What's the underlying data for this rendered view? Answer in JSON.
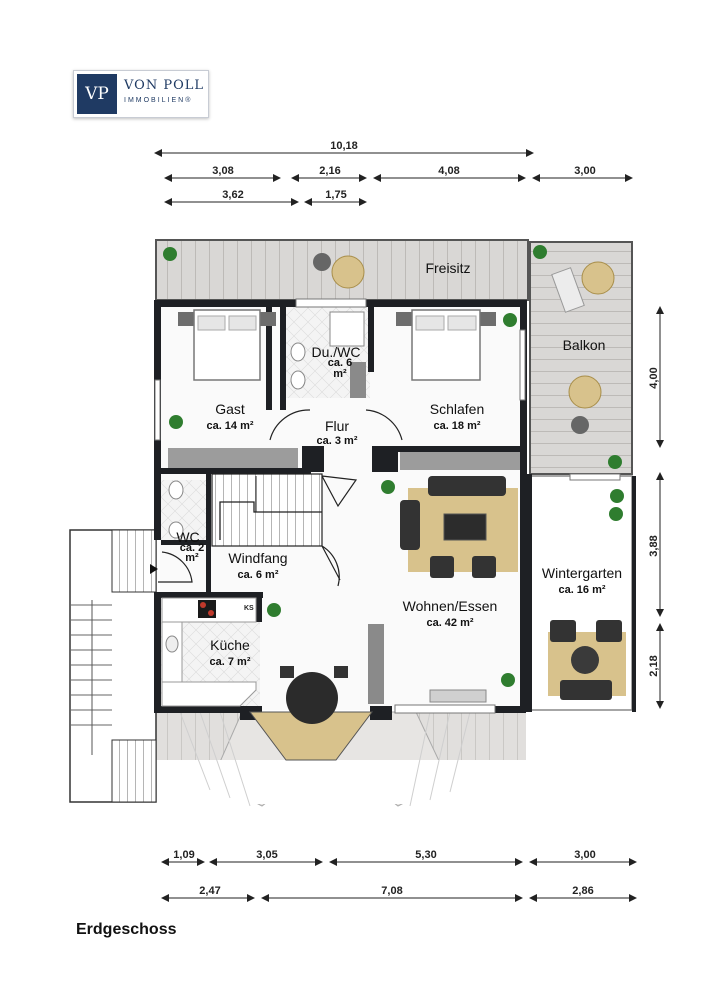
{
  "logo": {
    "mark": "VP",
    "name": "VON POLL",
    "sub": "IMMOBILIEN®"
  },
  "floor_label": "Erdgeschoss",
  "dimensions": {
    "top_total": "10,18",
    "top_row1": [
      "3,08",
      "2,16",
      "4,08",
      "3,00"
    ],
    "top_row2": [
      "3,62",
      "1,75"
    ],
    "bottom_row1": [
      "1,09",
      "3,05",
      "5,30",
      "3,00"
    ],
    "bottom_row2": [
      "2,47",
      "7,08",
      "2,86"
    ],
    "right": [
      "4,00",
      "3,88",
      "2,18"
    ]
  },
  "rooms": {
    "freisitz": {
      "name": "Freisitz"
    },
    "balkon": {
      "name": "Balkon"
    },
    "duwc": {
      "name": "Du./WC",
      "area_a": "ca. 6",
      "area_b": "m²"
    },
    "gast": {
      "name": "Gast",
      "area": "ca. 14 m²"
    },
    "flur": {
      "name": "Flur",
      "area": "ca. 3 m²"
    },
    "schlafen": {
      "name": "Schlafen",
      "area": "ca. 18 m²"
    },
    "wc": {
      "name": "WC",
      "area_a": "ca. 2",
      "area_b": "m²"
    },
    "windfang": {
      "name": "Windfang",
      "area": "ca. 6 m²"
    },
    "wintergarten": {
      "name": "Wintergarten",
      "area": "ca. 16 m²"
    },
    "wohnen": {
      "name": "Wohnen/Essen",
      "area": "ca. 42 m²"
    },
    "kueche": {
      "name": "Küche",
      "area": "ca. 7 m²",
      "appliance": "KS"
    }
  },
  "colors": {
    "wall": "#1e2024",
    "deck": "#d7d5d3",
    "rug": "#d8c28c",
    "tile": "#f1f1f1",
    "plant": "#2f7d2f",
    "logo": "#1f3a63"
  }
}
